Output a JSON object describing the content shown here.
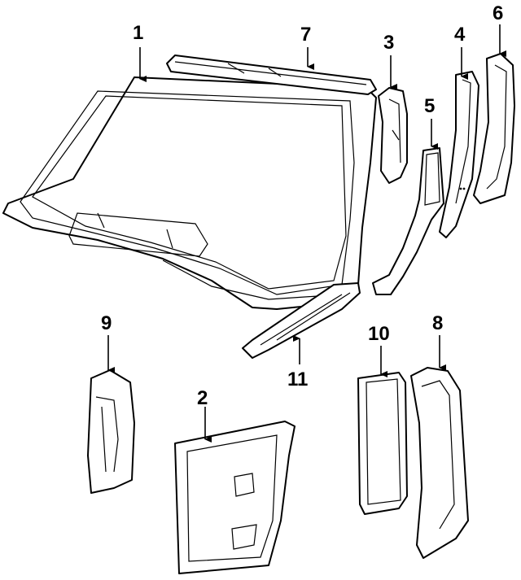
{
  "callouts": [
    {
      "id": "c1",
      "label": "1"
    },
    {
      "id": "c2",
      "label": "2"
    },
    {
      "id": "c3",
      "label": "3"
    },
    {
      "id": "c4",
      "label": "4"
    },
    {
      "id": "c5",
      "label": "5"
    },
    {
      "id": "c6",
      "label": "6"
    },
    {
      "id": "c7",
      "label": "7"
    },
    {
      "id": "c8",
      "label": "8"
    },
    {
      "id": "c9",
      "label": "9"
    },
    {
      "id": "c10",
      "label": "10"
    },
    {
      "id": "c11",
      "label": "11"
    }
  ],
  "parts": [
    {
      "callout": "1",
      "icon": "windshield-frame-icon"
    },
    {
      "callout": "2",
      "icon": "quarter-inner-panel-icon"
    },
    {
      "callout": "3",
      "icon": "a-pillar-upper-icon"
    },
    {
      "callout": "4",
      "icon": "pillar-reinforcement-icon"
    },
    {
      "callout": "5",
      "icon": "hinge-pillar-icon"
    },
    {
      "callout": "6",
      "icon": "a-pillar-outer-icon"
    },
    {
      "callout": "7",
      "icon": "roof-header-rail-icon"
    },
    {
      "callout": "8",
      "icon": "b-pillar-icon"
    },
    {
      "callout": "9",
      "icon": "c-pillar-icon"
    },
    {
      "callout": "10",
      "icon": "b-pillar-inner-icon"
    },
    {
      "callout": "11",
      "icon": "rocker-rail-icon"
    }
  ]
}
